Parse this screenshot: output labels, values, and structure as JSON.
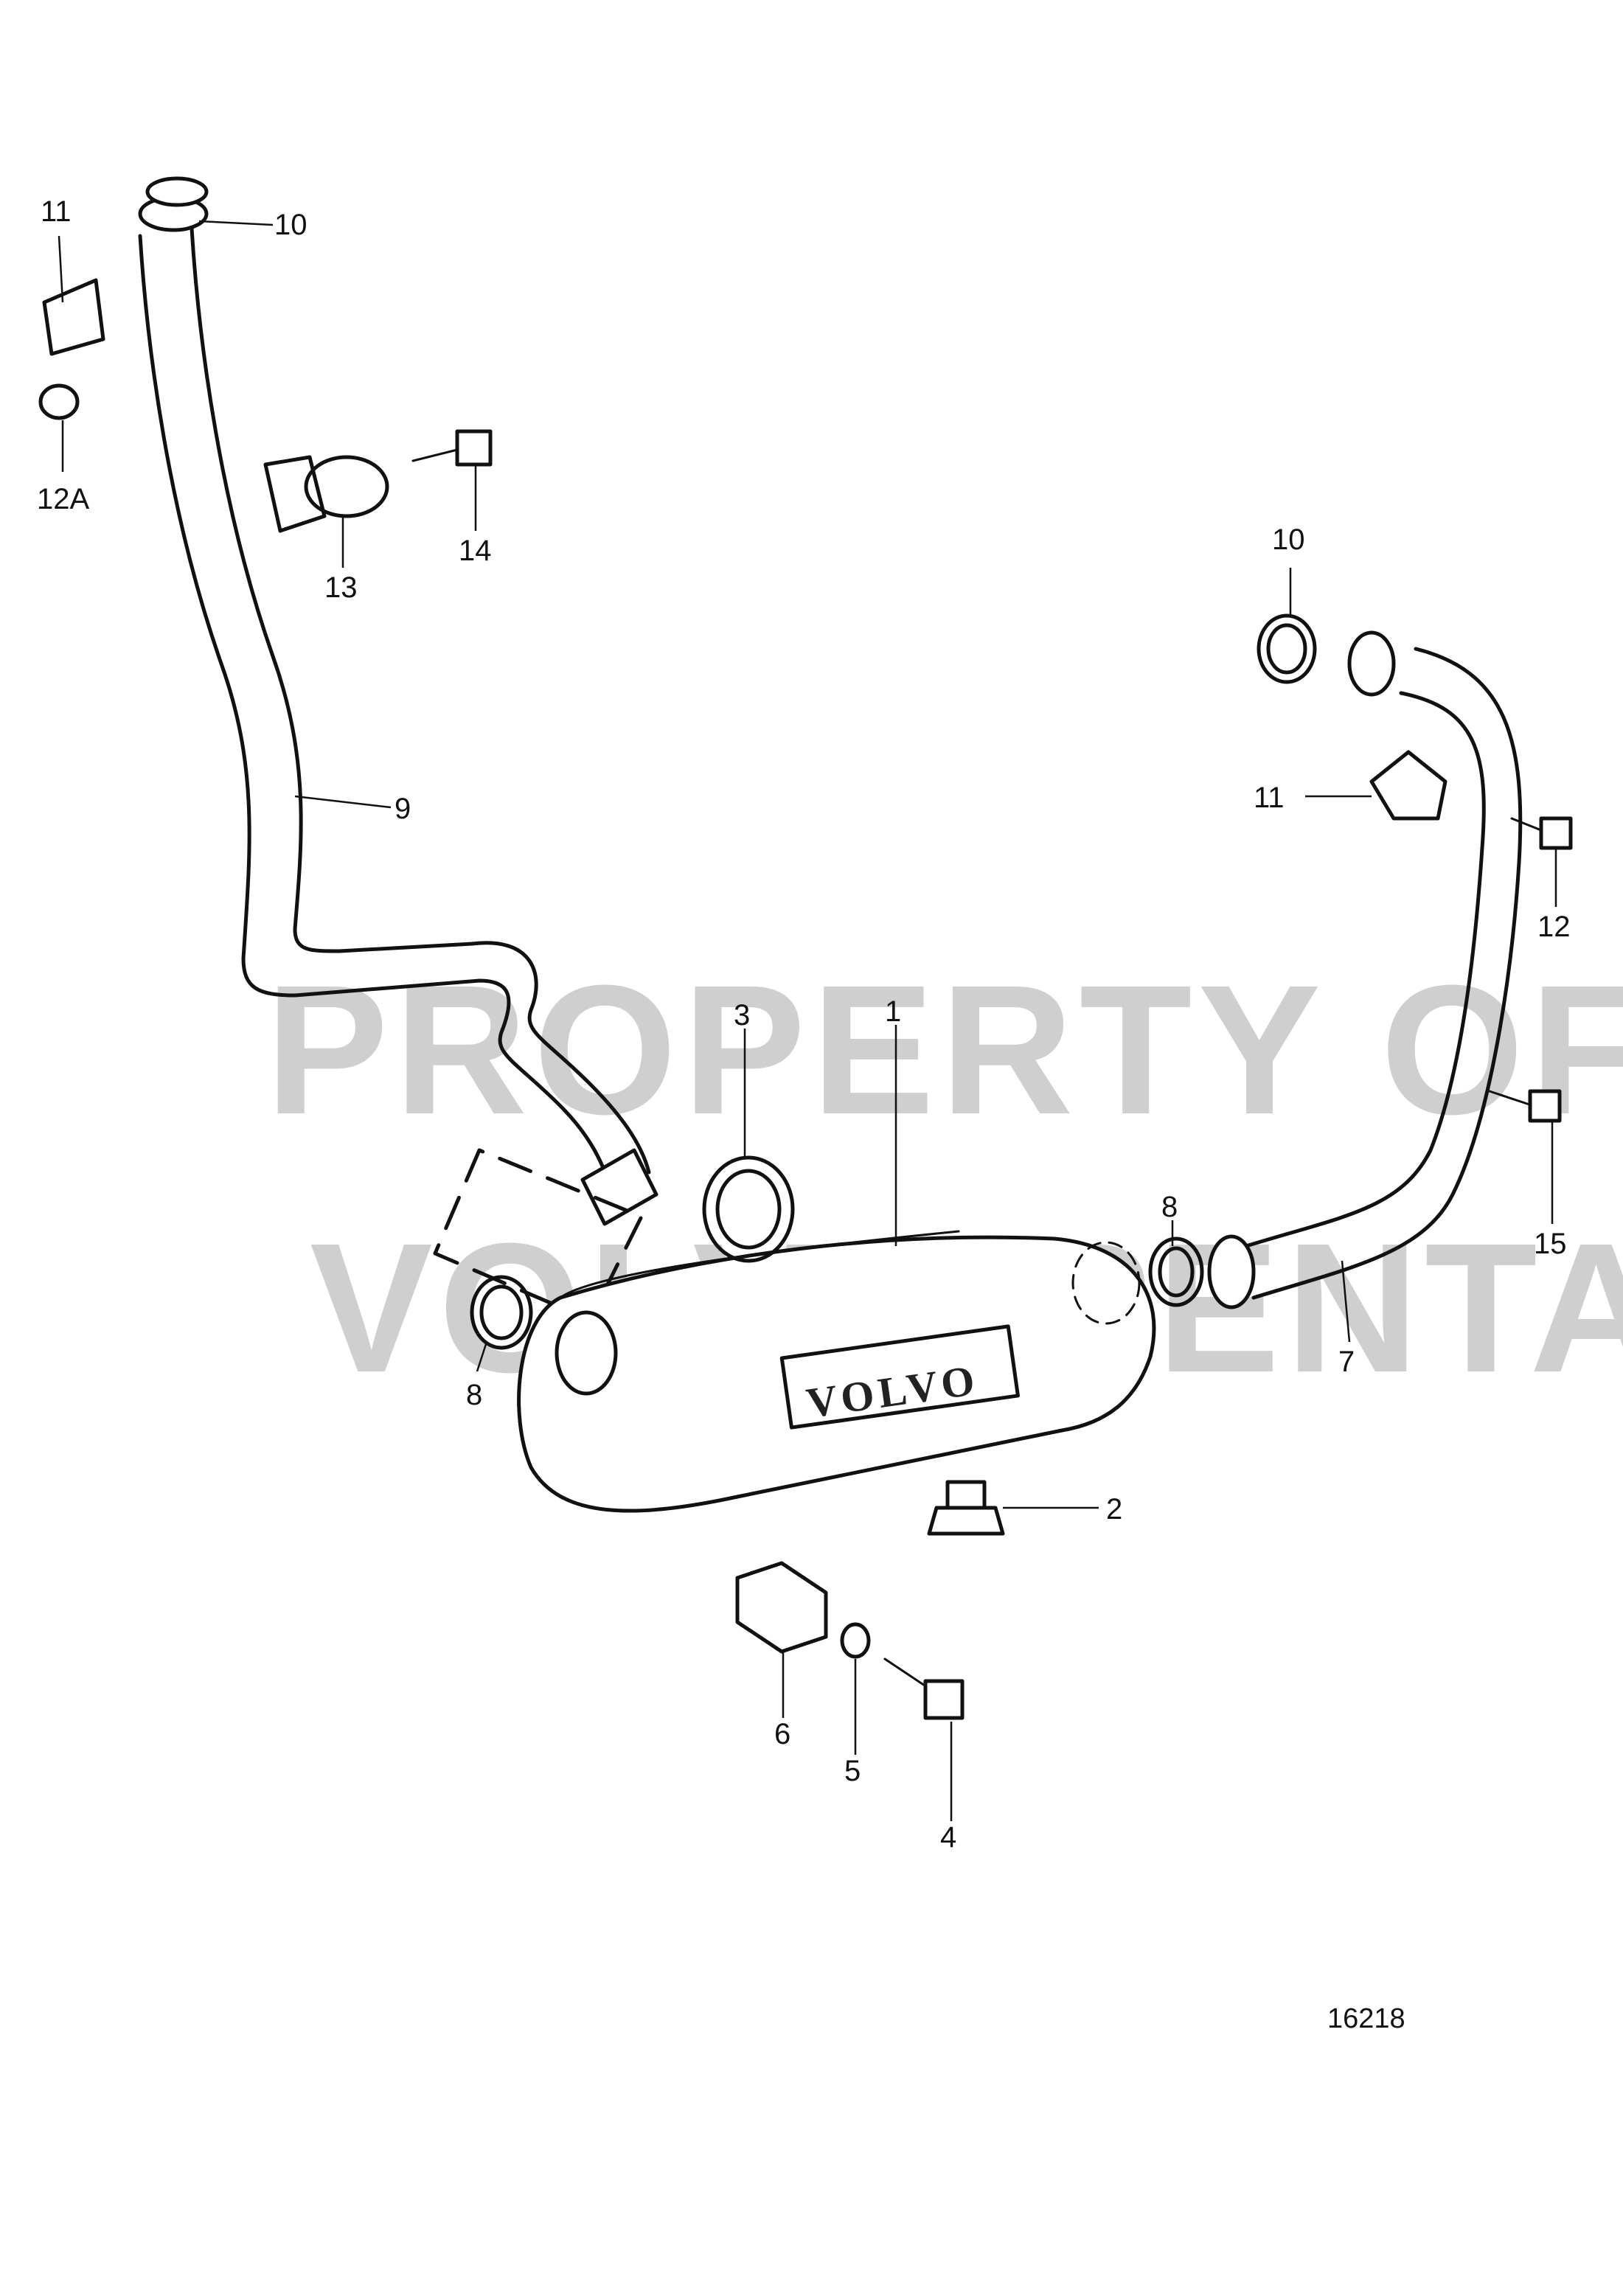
{
  "watermark": {
    "line1": "PROPERTY OF",
    "line2": "VOLVO PENTA"
  },
  "emblem": {
    "text": "VOLVO"
  },
  "reference_number": "16218",
  "callouts": [
    {
      "id": "callout-1",
      "label": "1"
    },
    {
      "id": "callout-2",
      "label": "2"
    },
    {
      "id": "callout-3",
      "label": "3"
    },
    {
      "id": "callout-4",
      "label": "4"
    },
    {
      "id": "callout-5",
      "label": "5"
    },
    {
      "id": "callout-6",
      "label": "6"
    },
    {
      "id": "callout-7",
      "label": "7"
    },
    {
      "id": "callout-8a",
      "label": "8"
    },
    {
      "id": "callout-8b",
      "label": "8"
    },
    {
      "id": "callout-9",
      "label": "9"
    },
    {
      "id": "callout-10a",
      "label": "10"
    },
    {
      "id": "callout-10b",
      "label": "10"
    },
    {
      "id": "callout-11a",
      "label": "11"
    },
    {
      "id": "callout-11b",
      "label": "11"
    },
    {
      "id": "callout-12",
      "label": "12"
    },
    {
      "id": "callout-12a",
      "label": "12A"
    },
    {
      "id": "callout-13",
      "label": "13"
    },
    {
      "id": "callout-14",
      "label": "14"
    },
    {
      "id": "callout-15",
      "label": "15"
    }
  ]
}
